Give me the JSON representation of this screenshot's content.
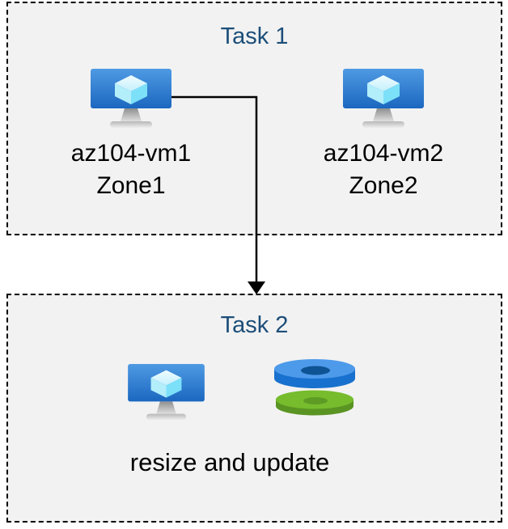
{
  "diagram": {
    "background": "#ffffff",
    "panel_fill": "#f2f2f2",
    "panel_border_color": "#000000",
    "title_color": "#1c4e79",
    "label_color": "#000000",
    "arrow_color": "#000000"
  },
  "task1": {
    "title": "Task 1",
    "vms": [
      {
        "icon": "virtual-machine-icon",
        "name": "az104-vm1",
        "zone": "Zone1"
      },
      {
        "icon": "virtual-machine-icon",
        "name": "az104-vm2",
        "zone": "Zone2"
      }
    ]
  },
  "task2": {
    "title": "Task 2",
    "icons": [
      "virtual-machine-icon",
      "managed-disks-icon"
    ],
    "caption": "resize and update"
  },
  "connector": {
    "type": "elbow-arrow",
    "from": "az104-vm1",
    "to": "Task 2"
  },
  "icon_colors": {
    "vm_screen_top": "#4f9ae3",
    "vm_screen_bottom": "#1b67c0",
    "vm_cube_top": "#d9f7ff",
    "vm_cube_left": "#b3eefb",
    "vm_cube_right": "#7ce0f9",
    "stand_gray_dark": "#8f8f8f",
    "stand_gray_light": "#e6e6e6",
    "disk_blue_top": "#4e9aea",
    "disk_blue_rim": "#1871ce",
    "disk_blue_hole": "#0e5394",
    "disk_green_top": "#76bc2d",
    "disk_green_rim": "#5a9422",
    "disk_green_hole": "#5e9b24"
  }
}
